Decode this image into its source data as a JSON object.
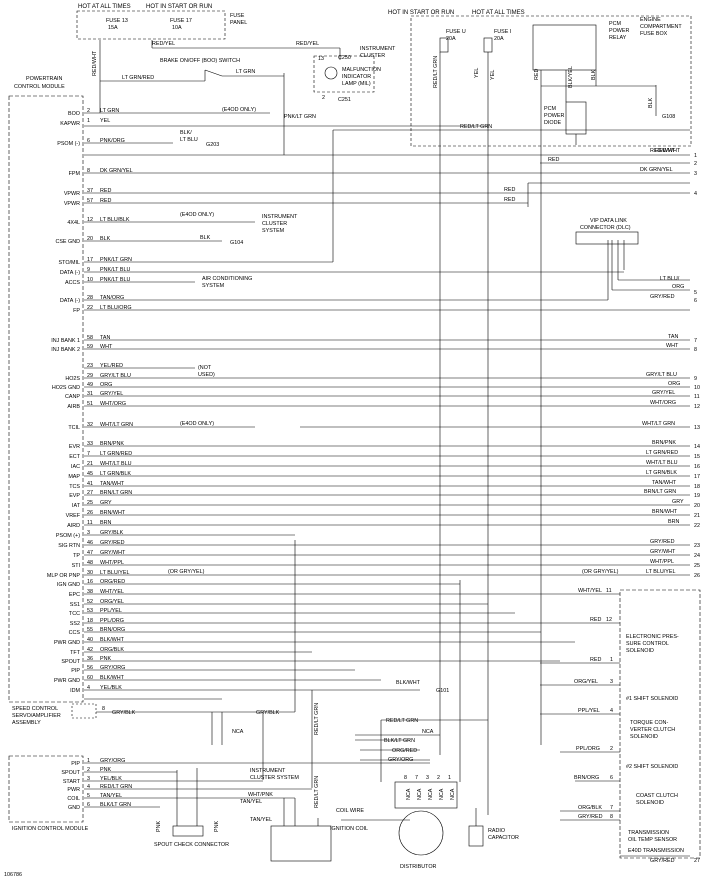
{
  "top": {
    "hot_all_times_left": "HOT AT ALL TIMES",
    "hot_start_run_left": "HOT IN START OR RUN",
    "fuse13": [
      "FUSE 13",
      "15A"
    ],
    "fuse17": [
      "FUSE 17",
      "10A"
    ],
    "fuse_panel": [
      "FUSE",
      "PANEL"
    ],
    "hot_start_run_right": "HOT IN START OR RUN",
    "hot_all_times_right": "HOT AT ALL TIMES",
    "fuseU": [
      "FUSE U",
      "20A"
    ],
    "fuseI": [
      "FUSE I",
      "20A"
    ],
    "pcm_power_relay": [
      "PCM",
      "POWER",
      "RELAY"
    ],
    "engine_box": [
      "ENGINE",
      "COMPARTMENT",
      "FUSE BOX"
    ],
    "pcm_diode": [
      "PCM",
      "POWER",
      "DIODE"
    ],
    "g108": "G108",
    "boo_switch": "BRAKE ON/OFF (BOO) SWITCH",
    "instrument_cluster": [
      "INSTRUMENT",
      "CLUSTER"
    ],
    "c250": "C250",
    "mil": [
      "MALFUNCTION",
      "INDICATOR",
      "LAMP (MIL)"
    ],
    "c251": "C251",
    "pin13": "13",
    "pin2": "2"
  },
  "pcm": {
    "title": [
      "POWERTRAIN",
      "CONTROL MODULE"
    ],
    "pins": [
      {
        "label": "BOO",
        "num": "2",
        "wire": "LT GRN"
      },
      {
        "label": "KAPWR",
        "num": "1",
        "wire": "YEL"
      },
      {
        "label": "PSOM (-)",
        "num": "6",
        "wire": "PNK/ORG"
      },
      {
        "label": "FPM",
        "num": "8",
        "wire": "DK GRN/YEL"
      },
      {
        "label": "VPWR",
        "num": "37",
        "wire": "RED"
      },
      {
        "label": "VPWR",
        "num": "57",
        "wire": "RED"
      },
      {
        "label": "4X4L",
        "num": "12",
        "wire": "LT BLU/BLK"
      },
      {
        "label": "CSE GND",
        "num": "20",
        "wire": "BLK"
      },
      {
        "label": "STO/MIL",
        "num": "17",
        "wire": "PNK/LT GRN"
      },
      {
        "label": "DATA (-)",
        "num": "9",
        "wire": "PNK/LT BLU"
      },
      {
        "label": "ACCS",
        "num": "10",
        "wire": "PNK/LT BLU"
      },
      {
        "label": "DATA (-)",
        "num": "28",
        "wire": "TAN/ORG"
      },
      {
        "label": "FP",
        "num": "22",
        "wire": "LT BLU/ORG"
      },
      {
        "label": "INJ BANK 1",
        "num": "58",
        "wire": "TAN"
      },
      {
        "label": "INJ BANK 2",
        "num": "59",
        "wire": "WHT"
      },
      {
        "label": "",
        "num": "23",
        "wire": "YEL/RED"
      },
      {
        "label": "HO2S",
        "num": "29",
        "wire": "GRY/LT BLU"
      },
      {
        "label": "HO2S GND",
        "num": "49",
        "wire": "ORG"
      },
      {
        "label": "CANP",
        "num": "31",
        "wire": "GRY/YEL"
      },
      {
        "label": "AIRB",
        "num": "51",
        "wire": "WHT/ORG"
      },
      {
        "label": "TCIL",
        "num": "32",
        "wire": "WHT/LT GRN"
      },
      {
        "label": "EVR",
        "num": "33",
        "wire": "BRN/PNK"
      },
      {
        "label": "ECT",
        "num": "7",
        "wire": "LT GRN/RED"
      },
      {
        "label": "IAC",
        "num": "21",
        "wire": "WHT/LT BLU"
      },
      {
        "label": "MAP",
        "num": "45",
        "wire": "LT GRN/BLK"
      },
      {
        "label": "TCS",
        "num": "41",
        "wire": "TAN/WHT"
      },
      {
        "label": "EVP",
        "num": "27",
        "wire": "BRN/LT GRN"
      },
      {
        "label": "IAT",
        "num": "25",
        "wire": "GRY"
      },
      {
        "label": "VREF",
        "num": "26",
        "wire": "BRN/WHT"
      },
      {
        "label": "AIRD",
        "num": "11",
        "wire": "BRN"
      },
      {
        "label": "PSOM (+)",
        "num": "3",
        "wire": "GRY/BLK"
      },
      {
        "label": "SIG RTN",
        "num": "46",
        "wire": "GRY/RED"
      },
      {
        "label": "TP",
        "num": "47",
        "wire": "GRY/WHT"
      },
      {
        "label": "STI",
        "num": "48",
        "wire": "WHT/PPL"
      },
      {
        "label": "MLP OR PNP",
        "num": "30",
        "wire": "LT BLU/YEL"
      },
      {
        "label": "IGN GND",
        "num": "16",
        "wire": "ORG/RED"
      },
      {
        "label": "EPC",
        "num": "38",
        "wire": "WHT/YEL"
      },
      {
        "label": "SS1",
        "num": "52",
        "wire": "ORG/YEL"
      },
      {
        "label": "TCC",
        "num": "53",
        "wire": "PPL/YEL"
      },
      {
        "label": "SS2",
        "num": "18",
        "wire": "PPL/ORG"
      },
      {
        "label": "CCS",
        "num": "55",
        "wire": "BRN/ORG"
      },
      {
        "label": "PWR GND",
        "num": "40",
        "wire": "BLK/WHT"
      },
      {
        "label": "TFT",
        "num": "42",
        "wire": "ORG/BLK"
      },
      {
        "label": "SPOUT",
        "num": "36",
        "wire": "PNK"
      },
      {
        "label": "PIP",
        "num": "56",
        "wire": "GRY/ORG"
      },
      {
        "label": "PWR GND",
        "num": "60",
        "wire": "BLK/WHT"
      },
      {
        "label": "IDM",
        "num": "4",
        "wire": "YEL/BLK"
      }
    ]
  },
  "notes": {
    "e4od_only_boo": "(E4OD ONLY)",
    "blk_lt_blu": [
      "BLK/",
      "LT BLU"
    ],
    "g203": "G203",
    "e4od_only_4x4": "(E4OD ONLY)",
    "instrument_cluster_system": [
      "INSTRUMENT",
      "CLUSTER",
      "SYSTEM"
    ],
    "blk_g104": "BLK",
    "g104": "G104",
    "ac_system": [
      "AIR CONDITIONING",
      "SYSTEM"
    ],
    "not_used": [
      "(NOT",
      "USED)"
    ],
    "e4od_only_tcil": "(E4OD ONLY)",
    "or_gry_yel": "(OR GRY/YEL)",
    "or_gry_yel_right": "(OR GRY/YEL)",
    "vip": [
      "VIP DATA LINK",
      "CONNECTOR (DLC)"
    ],
    "red_yel_top": "RED/YEL",
    "red_lt_grn_fuse": "RED/LT GRN",
    "pnk_lt_grn": "PNK/LT GRN",
    "red_wht": "RED/WHT",
    "lt_grn_red": "LT GRN/RED",
    "lt_grn_mil": "LT GRN",
    "red_yel_mil": "RED/YEL",
    "yel_fuseI": "YEL",
    "yel_relay": "YEL",
    "red_relay": "RED",
    "blk_yel_relay": "BLK/YEL",
    "blk_relay": "BLK",
    "blk_g108": "BLK",
    "red_lt_grn_mid": "RED/LT GRN"
  },
  "right_numbers": [
    "1",
    "2",
    "3",
    "4",
    "5",
    "6",
    "7",
    "8",
    "9",
    "10",
    "11",
    "12",
    "13",
    "14",
    "15",
    "16",
    "17",
    "18",
    "19",
    "20",
    "21",
    "22",
    "23",
    "24",
    "25",
    "26",
    "27"
  ],
  "right_wires": {
    "red_wht": "RED/WHT",
    "red2": "RED",
    "dk_grn_yel": "DK GRN/YEL",
    "red4": "RED",
    "lt_blu_org": [
      "LT BLU/",
      "ORG"
    ],
    "gry_red6": "GRY/RED",
    "tan7": "TAN",
    "wht8": "WHT",
    "gry_lt_blu9": "GRY/LT BLU",
    "org10": "ORG",
    "gry_yel11": "GRY/YEL",
    "wht_org12": "WHT/ORG",
    "wht_lt_grn13": "WHT/LT GRN",
    "brn_pnk14": "BRN/PNK",
    "lt_grn_red15": "LT GRN/RED",
    "wht_lt_blu16": "WHT/LT BLU",
    "lt_grn_blk17": "LT GRN/BLK",
    "tan_wht18": "TAN/WHT",
    "brn_lt_grn19": "BRN/LT GRN",
    "gry20": "GRY",
    "brn_wht21": "BRN/WHT",
    "brn22": "BRN",
    "gry_red23": "GRY/RED",
    "gry_wht24": "GRY/WHT",
    "wht_ppl25": "WHT/PPL",
    "lt_blu_yel26": "LT BLU/YEL",
    "gry_red27": "GRY/RED"
  },
  "trans": {
    "epc_wire": "WHT/YEL",
    "epc_pin": "11",
    "red_wire": "RED",
    "red_pin": "12",
    "epc_label": [
      "ELECTRONIC PRES-",
      "SURE CONTROL",
      "SOLENOID"
    ],
    "red1": "RED",
    "pin1": "1",
    "org_yel": "ORG/YEL",
    "pin3": "3",
    "ss1_label": "#1 SHIFT SOLENOID",
    "ppl_yel": "PPL/YEL",
    "pin4": "4",
    "tcc_label": [
      "TORQUE CON-",
      "VERTER CLUTCH",
      "SOLENOID"
    ],
    "ppl_org": "PPL/ORG",
    "pin2": "2",
    "ss2_label": "#2 SHIFT SOLENOID",
    "brn_org": "BRN/ORG",
    "pin6": "6",
    "ccs_label": [
      "COAST CLUTCH",
      "SOLENOID"
    ],
    "org_blk": "ORG/BLK",
    "pin7": "7",
    "gry_red": "GRY/RED",
    "pin8": "8",
    "tft_label": [
      "TRANSMISSION",
      "OIL TEMP SENSOR"
    ],
    "e40d": "E40D TRANSMISSION"
  },
  "bottom": {
    "blk_wht_g101": "BLK/WHT",
    "g101": "G101",
    "speed_control": [
      "SPEED CONTROL",
      "SERVO/AMPLIFIER",
      "ASSEMBLY"
    ],
    "sc_pin": "8",
    "gry_blk_left": "GRY/BLK",
    "gry_blk_mid": "GRY/BLK",
    "nca1": "NCA",
    "nca2": "NCA",
    "red_lt_grn_d": "RED/LT GRN",
    "blk_lt_grn": "BLK/LT GRN",
    "org_red": "ORG/RED",
    "gry_org": "GRY/ORG",
    "dist_pins": [
      "8",
      "7",
      "3",
      "2",
      "1"
    ],
    "nca_vert": [
      "NCA",
      "NCA",
      "NCA",
      "NCA",
      "NCA"
    ],
    "icm_pins": [
      {
        "label": "PIP",
        "num": "1",
        "wire": "GRY/ORG"
      },
      {
        "label": "SPOUT",
        "num": "2",
        "wire": "PNK"
      },
      {
        "label": "START",
        "num": "3",
        "wire": "YEL/BLK"
      },
      {
        "label": "PWR",
        "num": "4",
        "wire": "RED/LT GRN"
      },
      {
        "label": "COIL",
        "num": "5",
        "wire": "TAN/YEL"
      },
      {
        "label": "GND",
        "num": "6",
        "wire": "BLK/LT GRN"
      }
    ],
    "icm_title": "IGNITION CONTROL MODULE",
    "spout_check": "SPOUT CHECK CONNECTOR",
    "pnk_v1": "PNK",
    "pnk_v2": "PNK",
    "ic_system": [
      "INSTRUMENT",
      "CLUSTER SYSTEM"
    ],
    "wht_pnk": "WHT/PNK",
    "tan_yel": "TAN/YEL",
    "tan_yel2": "TAN/YEL",
    "red_lt_grn_v": "RED/LT GRN",
    "red_lt_grn_v2": "RED/LT GRN",
    "coil_wire": "COIL WIRE",
    "ignition_coil": "IGNITION COIL",
    "distributor": "DISTRIBUTOR",
    "radio_cap": [
      "RADIO",
      "CAPACITOR"
    ],
    "diagram_id": "106786"
  }
}
